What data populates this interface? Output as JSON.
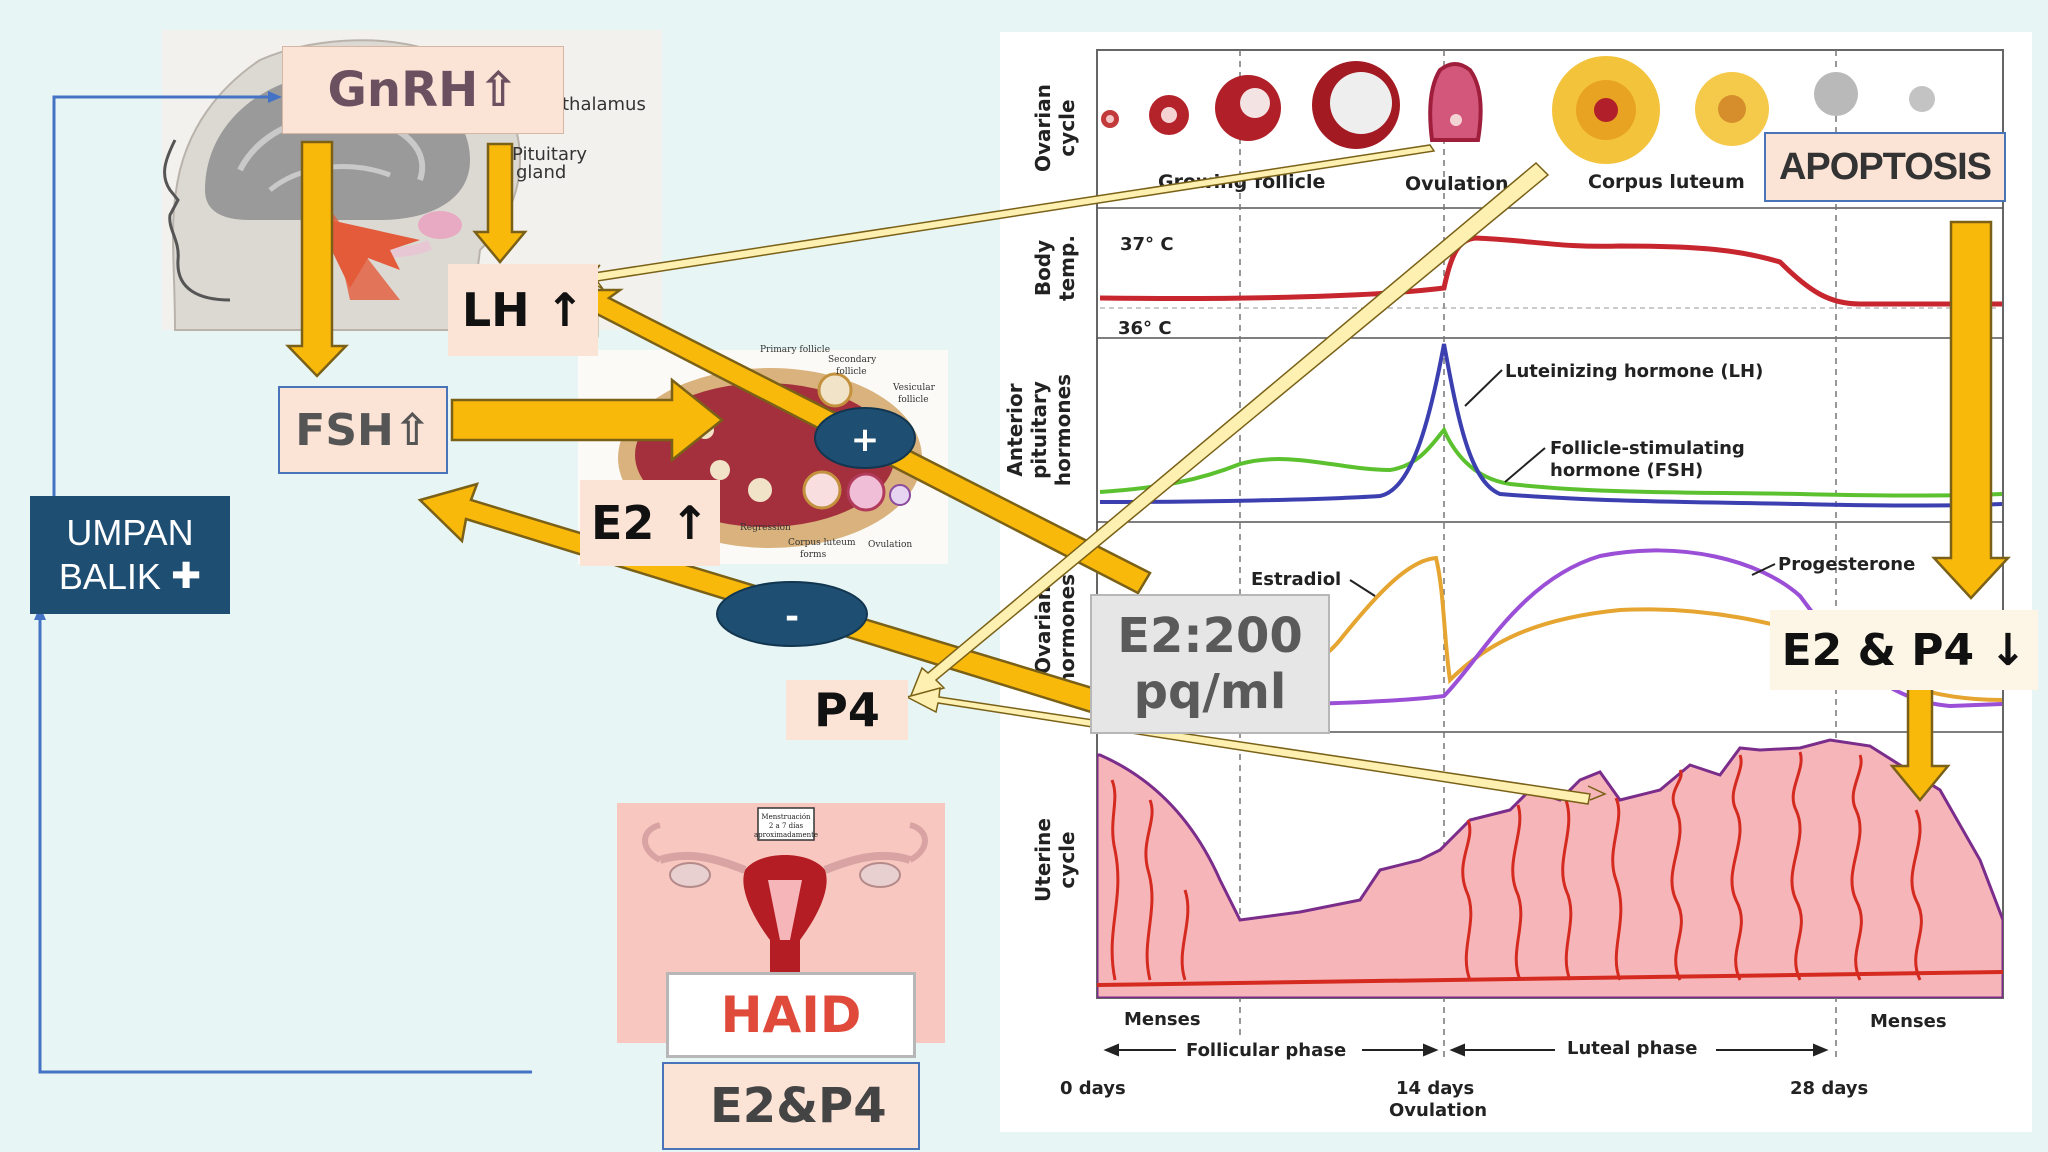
{
  "brain": {
    "gnrh": "GnRH⇧",
    "hypothalamus": "thalamus",
    "pituitary_1": "Pituitary",
    "pituitary_2": "gland"
  },
  "labels": {
    "lh": "LH ↑",
    "fsh": "FSH⇧",
    "e2_up": "E2 ↑",
    "p4": "P4",
    "plus": "+",
    "minus": "-",
    "e2_value_1": "E2:200",
    "e2_value_2": "pq/ml",
    "apoptosis": "APOPTOSIS",
    "e2_p4_down": "E2 & P4 ↓",
    "haid": "HAID",
    "e2p4_low": "E2&P4",
    "low_arrow": "⇩"
  },
  "umpan_balik": {
    "line1": "UMPAN",
    "line2": "BALIK",
    "plus": "✚"
  },
  "ovary_inset": {
    "primary": "Primary follicle",
    "secondary_1": "Secondary",
    "secondary_2": "follicle",
    "vesicular_1": "Vesicular",
    "vesicular_2": "follicle",
    "regression": "Regression",
    "corpus_1": "Corpus luteum",
    "corpus_2": "forms",
    "ovulation": "Ovulation"
  },
  "uterus_inset": {
    "sign_1": "Menstruación",
    "sign_2": "2 a 7 días",
    "sign_3": "aproximadamente"
  },
  "cycle_chart": {
    "row_labels": {
      "ovarian": [
        "Ovarian",
        "cycle"
      ],
      "body": [
        "Body",
        "temp."
      ],
      "pituitary": [
        "Anterior",
        "pituitary",
        "hormones"
      ],
      "ovarian_hormones": [
        "Ovarian",
        "hormones"
      ],
      "uterine": [
        "Uterine",
        "cycle"
      ]
    },
    "ovarian_stages": {
      "growing": "Growing follicle",
      "ovulation": "Ovulation",
      "corpus": "Corpus luteum"
    },
    "temp_37": "37° C",
    "temp_36": "36° C",
    "lh_label": "Luteinizing hormone (LH)",
    "fsh_label_1": "Follicle-stimulating",
    "fsh_label_2": "hormone (FSH)",
    "estradiol": "Estradiol",
    "progesterone": "Progesterone",
    "menses_left": "Menses",
    "menses_right": "Menses",
    "follicular": "Follicular phase",
    "luteal": "Luteal phase",
    "day0": "0 days",
    "day14": "14 days",
    "day14_sub": "Ovulation",
    "day28": "28 days",
    "colors": {
      "lh": "#3b3fb0",
      "fsh": "#5cc12f",
      "estradiol": "#e6a531",
      "progesterone": "#9b4fd6",
      "temperature": "#c8262e",
      "arrow_fill": "#f9b90b",
      "arrow_stroke": "#8a6d1a"
    }
  }
}
